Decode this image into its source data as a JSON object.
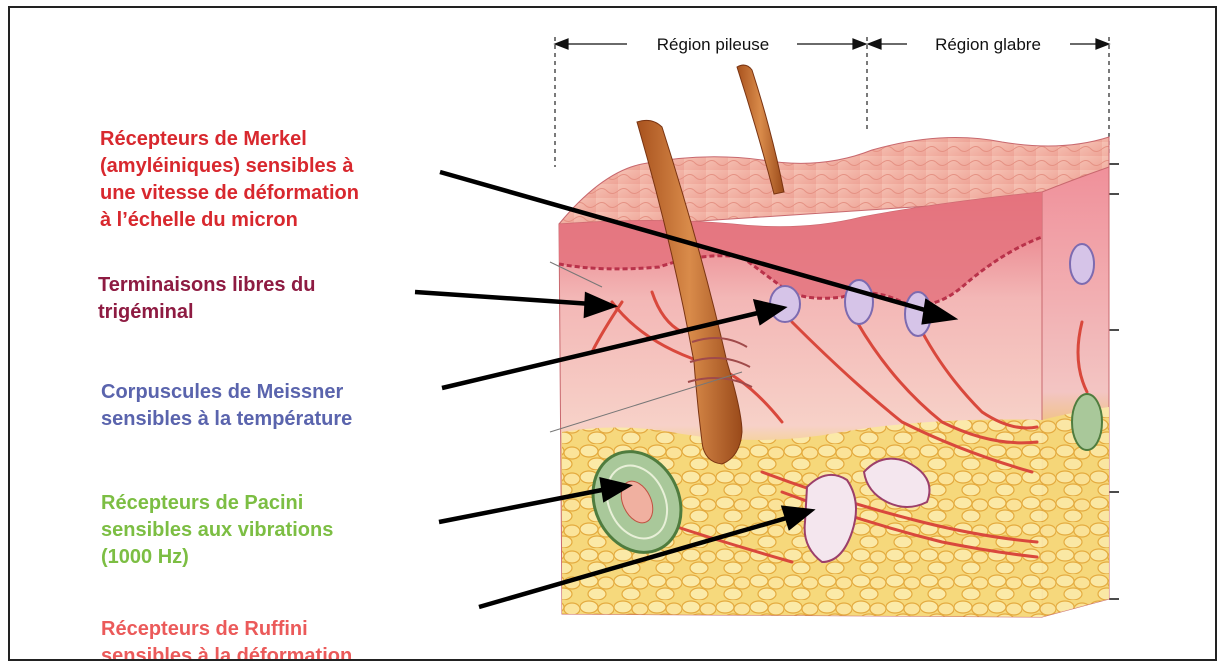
{
  "regions": {
    "hairy": "Région pileuse",
    "glabrous": "Région glabre"
  },
  "labels": {
    "merkel": {
      "text": "Récepteurs de Merkel\n(amyléiniques) sensibles à\nune vitesse de déformation\nà l’échelle du micron",
      "color": "#d8282e"
    },
    "trigeminal": {
      "text": "Terminaisons libres du\ntrigéminal",
      "color": "#8e1b42"
    },
    "meissner": {
      "text": "Corpuscules de Meissner\nsensibles à la température",
      "color": "#5a64ad"
    },
    "pacini": {
      "text": "Récepteurs de Pacini\nsensibles aux vibrations\n(1000 Hz)",
      "color": "#7cbe43"
    },
    "ruffini": {
      "text": "Récepteurs de Ruffini\nsensibles à la déformation",
      "color": "#eb5a5a"
    }
  }
}
